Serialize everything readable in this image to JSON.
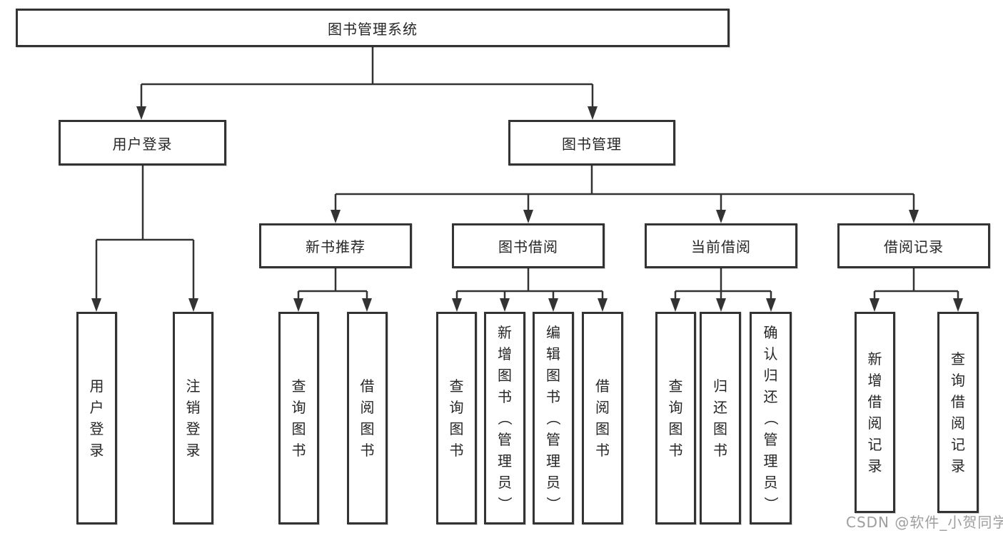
{
  "diagram_type": "hierarchy-tree",
  "tree": {
    "label": "图书管理系统",
    "children": [
      {
        "label": "用户登录",
        "children": [
          {
            "label": "用户登录"
          },
          {
            "label": "注销登录"
          }
        ]
      },
      {
        "label": "图书管理",
        "children": [
          {
            "label": "新书推荐",
            "children": [
              {
                "label": "查询图书"
              },
              {
                "label": "借阅图书"
              }
            ]
          },
          {
            "label": "图书借阅",
            "children": [
              {
                "label": "查询图书"
              },
              {
                "label": "新增图书（管理员）"
              },
              {
                "label": "编辑图书（管理员）"
              },
              {
                "label": "借阅图书"
              }
            ]
          },
          {
            "label": "当前借阅",
            "children": [
              {
                "label": "查询图书"
              },
              {
                "label": "归还图书"
              },
              {
                "label": "确认归还（管理员）"
              }
            ]
          },
          {
            "label": "借阅记录",
            "children": [
              {
                "label": "新增借阅记录"
              },
              {
                "label": "查询借阅记录"
              }
            ]
          }
        ]
      }
    ]
  },
  "watermark": {
    "text": "CSDN @软件_小贺同学"
  },
  "colors": {
    "line": "#333333",
    "box_border": "#333333",
    "text": "#262626",
    "background": "#ffffff",
    "watermark": "#9e9e9e"
  }
}
